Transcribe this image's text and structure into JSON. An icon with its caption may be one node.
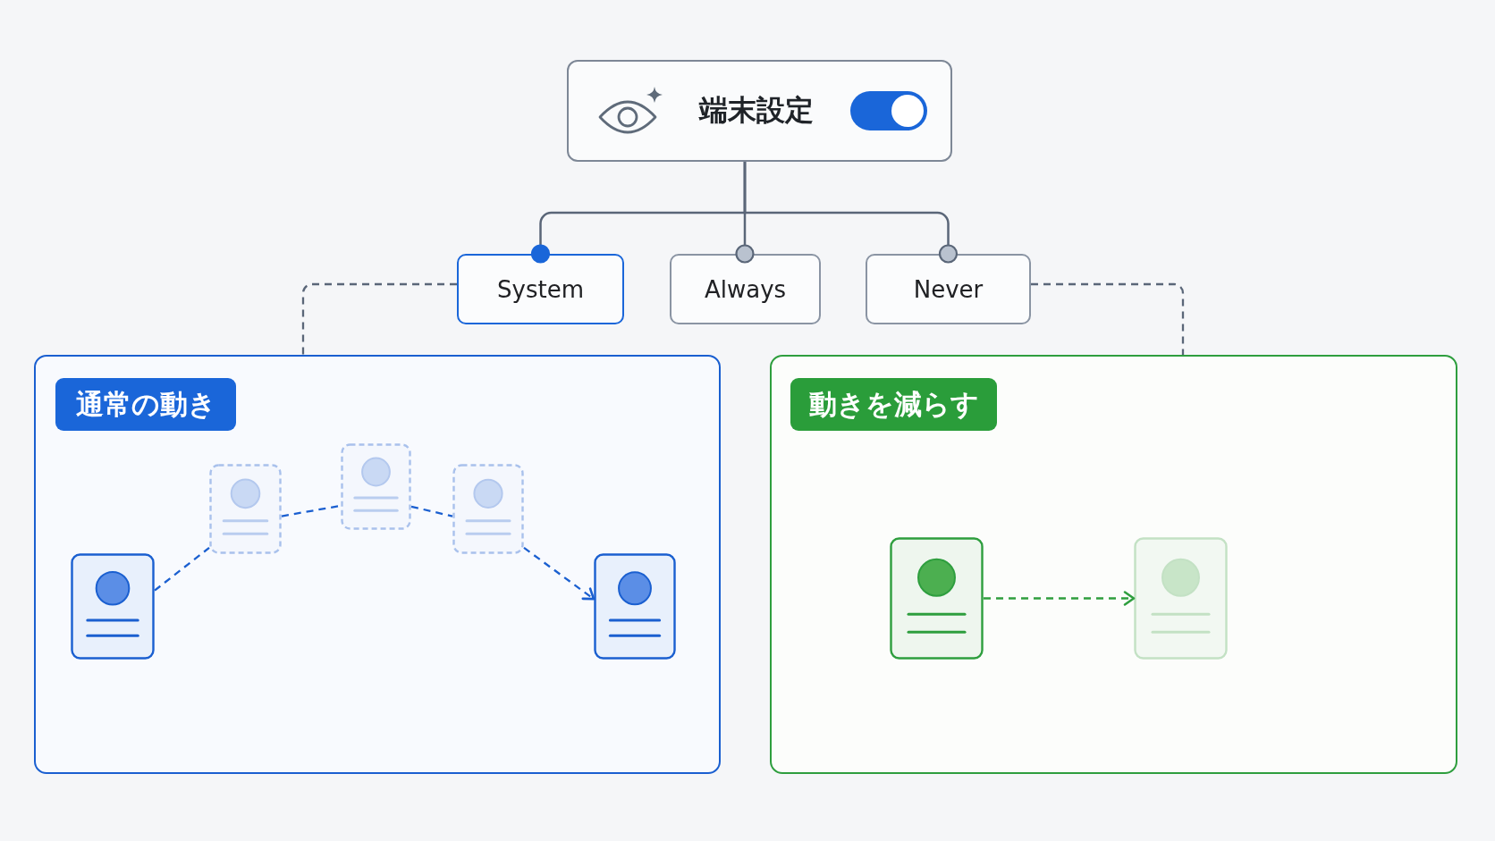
{
  "diagram": {
    "nodes": [
      {
        "text": [
          "端末設定"
        ]
      },
      {
        "text": [
          "System"
        ]
      },
      {
        "text": [
          "Always"
        ]
      },
      {
        "text": [
          "Never"
        ]
      },
      {
        "text": [],
        "shape": "box"
      },
      {
        "text": [
          "通常の動き"
        ],
        "in": 4
      },
      {
        "text": [],
        "shape": "picture",
        "in": 4
      },
      {
        "text": [],
        "shape": "picture",
        "in": 4
      },
      {
        "text": [],
        "shape": "picture",
        "in": 4
      },
      {
        "text": [],
        "shape": "picture",
        "in": 4
      },
      {
        "text": [],
        "shape": "picture",
        "in": 4
      },
      {
        "text": [],
        "shape": "box"
      },
      {
        "text": [
          "動きを減らす"
        ],
        "in": 11
      },
      {
        "text": [],
        "shape": "picture",
        "in": 11
      },
      {
        "text": [],
        "shape": "picture",
        "in": 11
      }
    ],
    "edges": [
      {
        "from": 0,
        "to": 1,
        "arrow": "other"
      },
      {
        "from": 0,
        "to": 2,
        "arrow": "other"
      },
      {
        "from": 0,
        "to": 3,
        "arrow": "other"
      },
      {
        "from": 1,
        "to": 4,
        "arrow": "none",
        "style": "dashed"
      },
      {
        "from": 3,
        "to": 11,
        "arrow": "none",
        "style": "dashed"
      },
      {
        "from": 6,
        "to": 7,
        "arrow": "none",
        "style": "dashed",
        "color": "#1a5fd0"
      },
      {
        "from": 7,
        "to": 8,
        "arrow": "none",
        "style": "dashed",
        "color": "#1a5fd0"
      },
      {
        "from": 8,
        "to": 9,
        "arrow": "none",
        "style": "dashed",
        "color": "#1a5fd0"
      },
      {
        "from": 9,
        "to": 10,
        "arrow": "to",
        "style": "dashed",
        "color": "#1a5fd0"
      },
      {
        "from": 13,
        "to": 14,
        "arrow": "to",
        "style": "dashed",
        "color": "#2e9e3e"
      }
    ]
  }
}
